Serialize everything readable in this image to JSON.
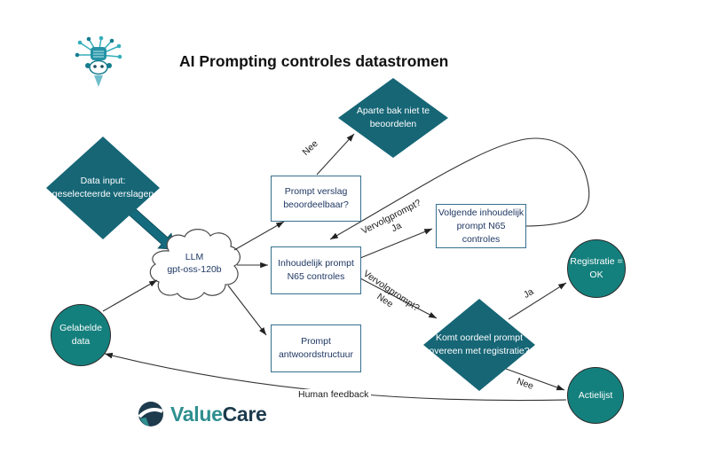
{
  "title": "AI Prompting controles datastromen",
  "nodes": {
    "data_input": {
      "line1": "Data input:",
      "line2": "geselecteerde verslagen"
    },
    "aparte_bak": {
      "line1": "Aparte bak niet te",
      "line2": "beoordelen"
    },
    "llm": {
      "line1": "LLM",
      "line2": "gpt-oss-120b"
    },
    "prompt_verslag": {
      "line1": "Prompt verslag",
      "line2": "beoordeelbaar?"
    },
    "inhoudelijk": {
      "line1": "Inhoudelijk prompt",
      "line2": "N65 controles"
    },
    "volgende": {
      "line1": "Volgende inhoudelijk",
      "line2": "prompt N65 controles"
    },
    "antwoord": {
      "line1": "Prompt",
      "line2": "antwoordstructuur"
    },
    "komt_oordeel": {
      "line1": "Komt oordeel prompt",
      "line2": "overeen met registratie?"
    },
    "registratie": {
      "line1": "Registratie =",
      "line2": "OK"
    },
    "actielijst": {
      "label": "Actielijst"
    },
    "gelabelde": {
      "line1": "Gelabelde",
      "line2": "data"
    }
  },
  "edges": {
    "nee_aparte_bak": "Nee",
    "vervolg_ja": {
      "line1": "Vervolgprompt?",
      "line2": "Ja"
    },
    "vervolg_nee": {
      "line1": "Vervolgprompt?",
      "line2": "Nee"
    },
    "ja_registratie": "Ja",
    "nee_actielijst": "Nee",
    "human_feedback": "Human feedback"
  },
  "brand": {
    "value": "Value",
    "care": "Care"
  },
  "icons": {
    "bot": "robot-bot-icon",
    "brand_mark": "valuecare-globe-icon"
  },
  "colors": {
    "diamond_fill": "#166676",
    "circle_fill": "#14807d",
    "rect_border": "#35708e",
    "rect_text": "#1f3864",
    "edge": "#333333",
    "brand_teal": "#2e8f8f",
    "brand_navy": "#1d3b4d"
  }
}
